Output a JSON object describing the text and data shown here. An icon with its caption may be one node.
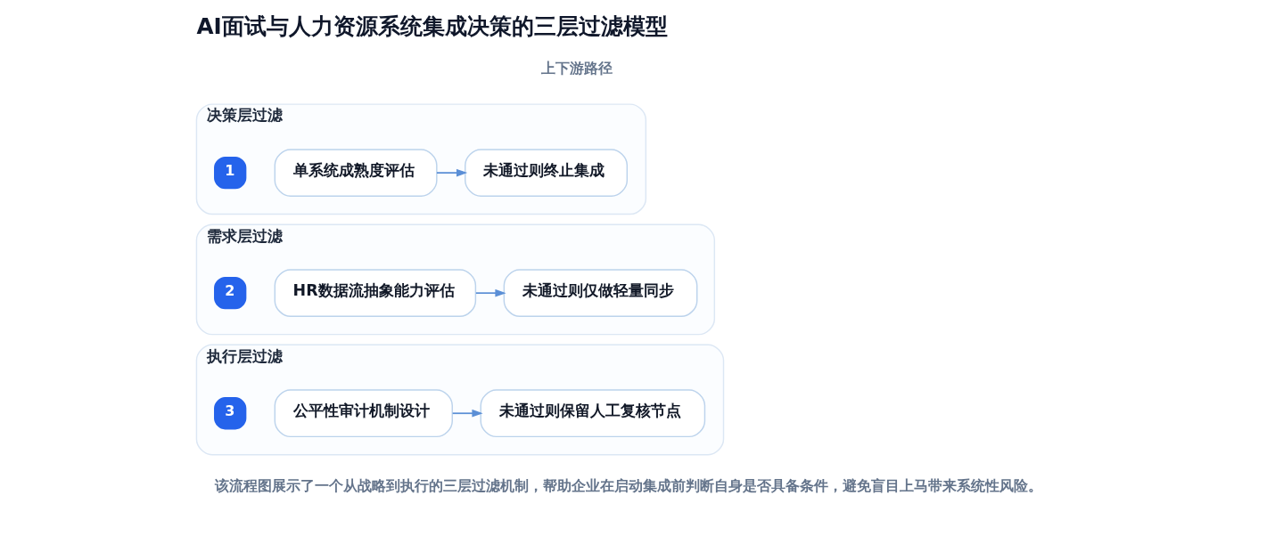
{
  "diagram": {
    "title": "AI面试与人力资源系统集成决策的三层过滤模型",
    "caption": "该流程图展示了一个从战略到执行的三层过滤机制，帮助企业在启动集成前判断自身是否具备条件，避免盲目上马带来系统性风险。",
    "nodes": [
      {
        "text": [
          "决策层过滤"
        ]
      },
      {
        "text": [
          "1"
        ],
        "in": 0
      },
      {
        "text": [
          "单系统成熟度评估"
        ],
        "in": 0
      },
      {
        "text": [
          "未通过则终止集成"
        ],
        "in": 0
      },
      {
        "text": [
          "需求层过滤"
        ]
      },
      {
        "text": [
          "2"
        ],
        "in": 4
      },
      {
        "text": [
          "HR数据流抽象能力评估"
        ],
        "in": 4
      },
      {
        "text": [
          "未通过则仅做轻量同步"
        ],
        "in": 4
      },
      {
        "text": [
          "执行层过滤"
        ]
      },
      {
        "text": [
          "3"
        ],
        "in": 8
      },
      {
        "text": [
          "公平性审计机制设计"
        ],
        "in": 8
      },
      {
        "text": [
          "未通过则保留人工复核节点"
        ],
        "in": 8
      }
    ],
    "edges": [
      {
        "from": 2,
        "to": 3,
        "arrow": "to"
      },
      {
        "from": 6,
        "to": 7,
        "arrow": "to"
      },
      {
        "from": 10,
        "to": 11,
        "arrow": "to"
      }
    ],
    "labels": [
      "上下游路径"
    ]
  }
}
